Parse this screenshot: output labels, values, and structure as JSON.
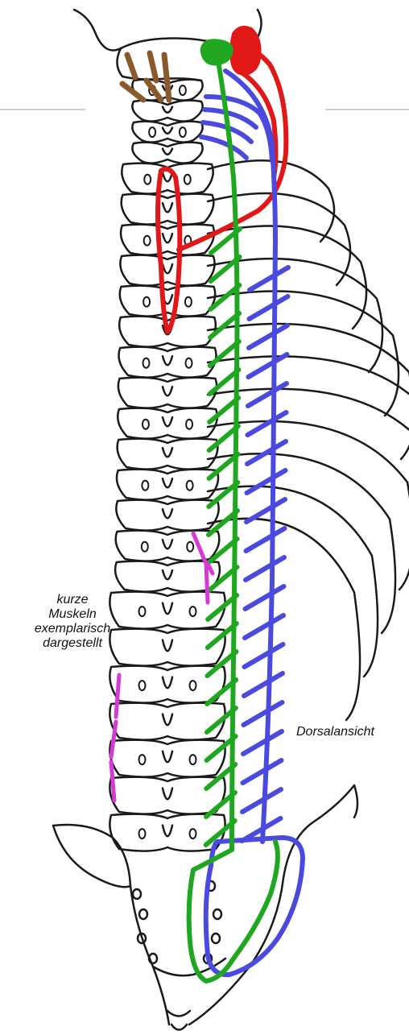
{
  "labels": {
    "short_muscles": [
      "kurze",
      "Muskeln",
      "exemplarisch",
      "dargestellt"
    ],
    "view": "Dorsalansicht"
  },
  "colors": {
    "bone_outline": "#1a1a1a",
    "muscle_green": "#1fa81f",
    "muscle_blue": "#4a4adf",
    "muscle_red": "#e01818",
    "muscle_magenta": "#d43ad4",
    "muscle_brown": "#8b5a2b",
    "guide_line": "#bdbdbd"
  }
}
